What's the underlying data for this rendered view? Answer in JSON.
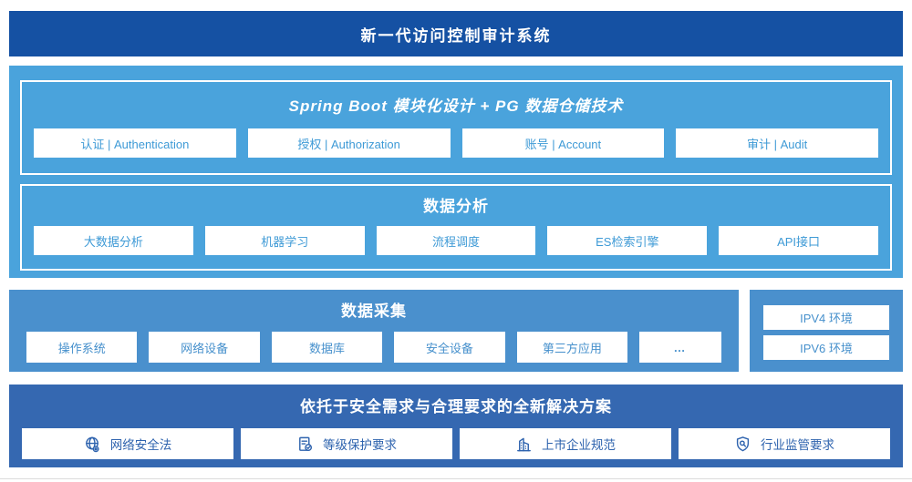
{
  "banner": {
    "title": "新一代访问控制审计系统"
  },
  "platform": {
    "module_layer": {
      "title": "Spring Boot 模块化设计 + PG 数据仓储技术",
      "items": [
        "认证 | Authentication",
        "授权 | Authorization",
        "账号 | Account",
        "审计 | Audit"
      ]
    },
    "analysis_layer": {
      "title": "数据分析",
      "items": [
        "大数据分析",
        "机器学习",
        "流程调度",
        "ES检索引擎",
        "API接口"
      ]
    }
  },
  "collection": {
    "title": "数据采集",
    "items": [
      "操作系统",
      "网络设备",
      "数据库",
      "安全设备",
      "第三方应用"
    ],
    "more": "…"
  },
  "environment": {
    "items": [
      "IPV4 环境",
      "IPV6 环境"
    ]
  },
  "solution": {
    "title": "依托于安全需求与合理要求的全新解决方案",
    "items": [
      {
        "icon": "globe-icon",
        "label": "网络安全法"
      },
      {
        "icon": "document-check-icon",
        "label": "等级保护要求"
      },
      {
        "icon": "building-icon",
        "label": "上市企业规范"
      },
      {
        "icon": "shield-search-icon",
        "label": "行业监管要求"
      }
    ]
  },
  "colors": {
    "banner_bg": "#1551A3",
    "platform_bg": "#4AA3DC",
    "collection_bg": "#4A90CD",
    "solution_bg": "#3568B1",
    "box_text_light": "#3E9AD6",
    "box_text_mid": "#4690CC",
    "box_text_dark": "#2E63AE"
  }
}
